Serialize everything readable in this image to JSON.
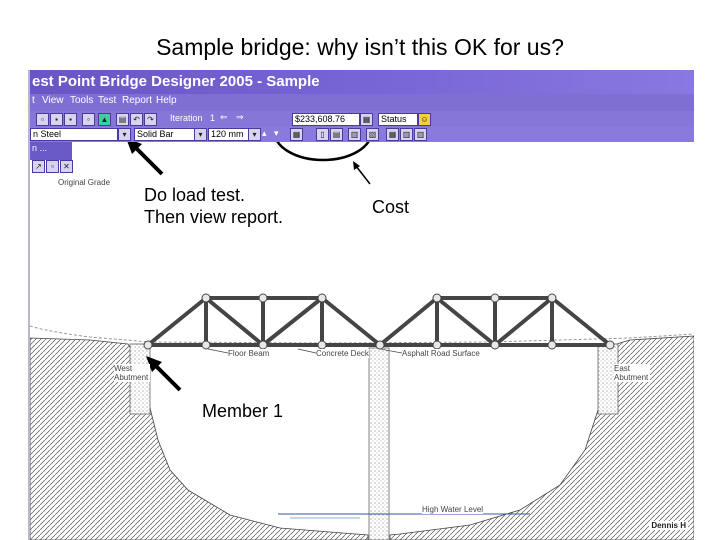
{
  "slide": {
    "title": "Sample bridge:  why isn’t this OK for us?"
  },
  "app": {
    "window_title": "est Point Bridge Designer 2005 - Sample",
    "menu": [
      "t",
      "View",
      "Tools",
      "Test",
      "Report",
      "Help"
    ],
    "toolbar": {
      "iteration_label": "Iteration",
      "iteration_value": "1",
      "cost": "$233,608.76",
      "status_label": "Status"
    },
    "member_props": {
      "material": "n Steel",
      "section": "Solid Bar",
      "size": "120 mm"
    },
    "side_panel_title": "n ..."
  },
  "drawing": {
    "grade_label": "Original Grade",
    "floor_beam_label": "Floor Beam",
    "deck_label": "Concrete Deck",
    "surface_label": "Asphalt Road Surface",
    "west_abutment_label": "West Abutment",
    "east_abutment_label": "East Abutment",
    "water_label": "High Water Level",
    "author": "Dennis H"
  },
  "callouts": {
    "load_test_line1": "Do load test.",
    "load_test_line2": "Then view report.",
    "cost": "Cost",
    "member": "Member 1"
  },
  "colors": {
    "titlebar": "#6a55c4",
    "toolbar": "#8676d8",
    "member": "#4a4a4a",
    "terrain_hatch": "#555555"
  }
}
